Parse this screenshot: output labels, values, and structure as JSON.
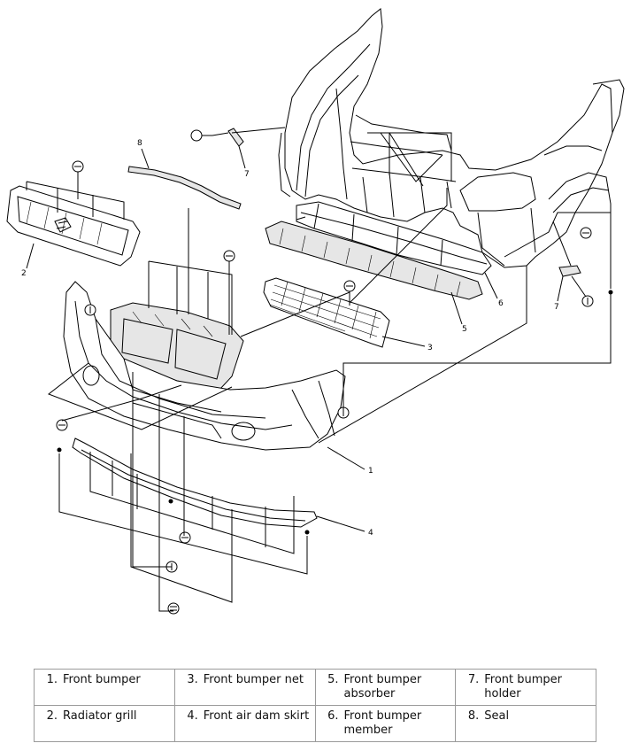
{
  "callouts": [
    {
      "id": "c1",
      "text": "1"
    },
    {
      "id": "c2",
      "text": "2"
    },
    {
      "id": "c3",
      "text": "3"
    },
    {
      "id": "c4",
      "text": "4"
    },
    {
      "id": "c5",
      "text": "5"
    },
    {
      "id": "c6",
      "text": "6"
    },
    {
      "id": "c7a",
      "text": "7"
    },
    {
      "id": "c7b",
      "text": "7"
    },
    {
      "id": "c8",
      "text": "8"
    }
  ],
  "legend": {
    "rows": [
      [
        {
          "num": "1.",
          "label": "Front bumper"
        },
        {
          "num": "3.",
          "label": "Front bumper net"
        },
        {
          "num": "5.",
          "label": "Front bumper absorber"
        },
        {
          "num": "7.",
          "label": "Front bumper holder"
        }
      ],
      [
        {
          "num": "2.",
          "label": "Radiator grill"
        },
        {
          "num": "4.",
          "label": "Front air dam skirt"
        },
        {
          "num": "6.",
          "label": "Front bumper member"
        },
        {
          "num": "8.",
          "label": "Seal"
        }
      ]
    ]
  }
}
